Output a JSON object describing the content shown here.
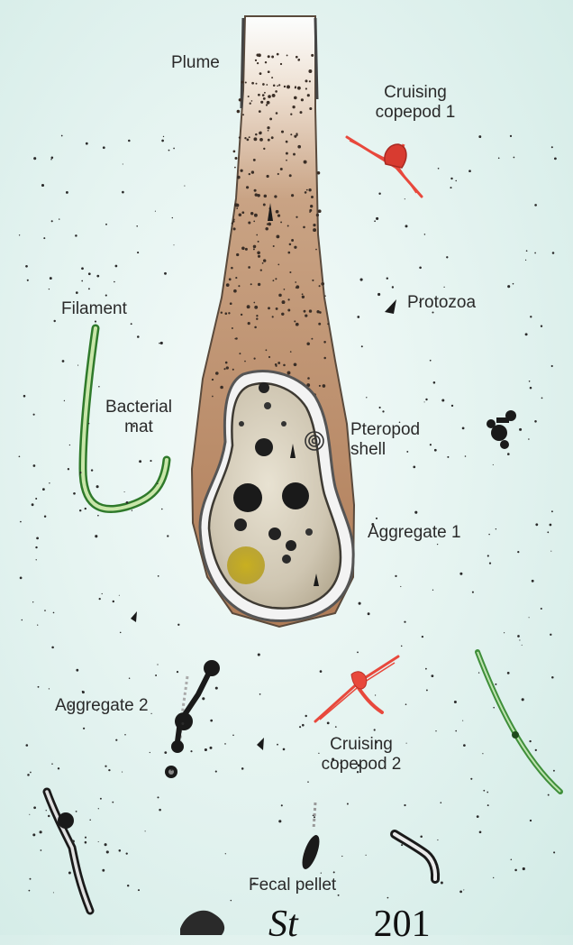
{
  "labels": {
    "plume": "Plume",
    "cruising_copepod_1": [
      "Cruising",
      "copepod 1"
    ],
    "protozoa": "Protozoa",
    "filament": "Filament",
    "bacterial_mat": [
      "Bacterial",
      "mat"
    ],
    "pteropod_shell": [
      "Pteropod",
      "shell"
    ],
    "aggregate_1": "Aggregate 1",
    "aggregate_2": "Aggregate 2",
    "cruising_copepod_2": [
      "Cruising",
      "copepod 2"
    ],
    "fecal_pellet": "Fecal pellet"
  },
  "citation": {
    "author": "St",
    "year": "201"
  },
  "colors": {
    "background": "#dff1ed",
    "plume": "#b98a66",
    "aggregate_core": "#c9bfa8",
    "copepod": "#e8483c",
    "filament": "#4e9a47",
    "ink": "#1c1c1c"
  }
}
